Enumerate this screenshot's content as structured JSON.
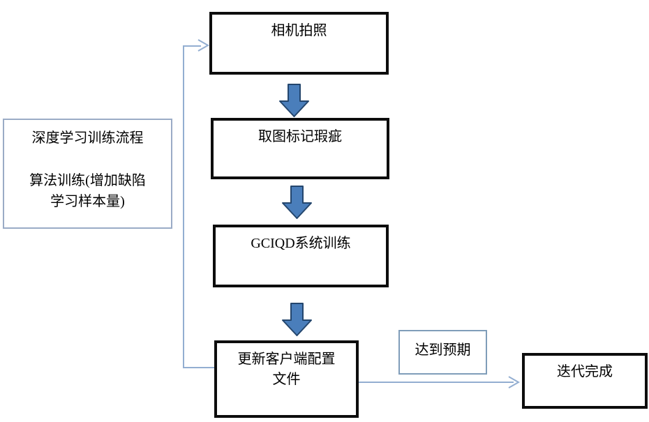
{
  "diagram": {
    "nodes": {
      "camera": {
        "label": "相机拍照"
      },
      "mark": {
        "label": "取图标记瑕疵"
      },
      "train": {
        "label": "GCIQD系统训练"
      },
      "update": {
        "lines": [
          "更新客户端配置",
          "文件"
        ]
      },
      "done": {
        "label": "迭代完成"
      }
    },
    "annotations": {
      "process_note": {
        "lines": [
          "深度学习训练流程",
          "算法训练(增加缺陷",
          "学习样本量)"
        ]
      },
      "condition": {
        "label": "达到预期"
      }
    },
    "colors": {
      "background": "#ffffff",
      "text": "#000000",
      "box_border": "#0d0d0d",
      "note_border": "#9aabc6",
      "condition_border": "#7f9db9",
      "connector": "#93aed1",
      "block_arrow_fill": "#4a7ebb",
      "block_arrow_stroke": "#24466d"
    }
  }
}
